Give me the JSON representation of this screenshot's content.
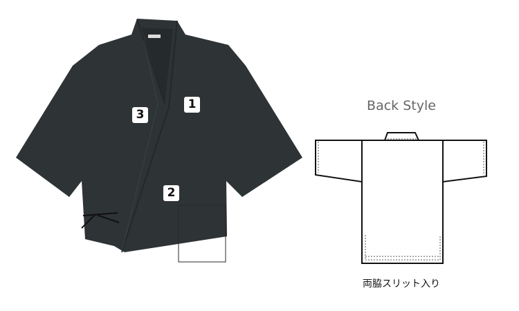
{
  "front": {
    "badges": [
      "1",
      "2",
      "3"
    ],
    "garment_color": "#2e3336"
  },
  "back": {
    "title": "Back Style",
    "caption": "両脇スリット入り"
  }
}
